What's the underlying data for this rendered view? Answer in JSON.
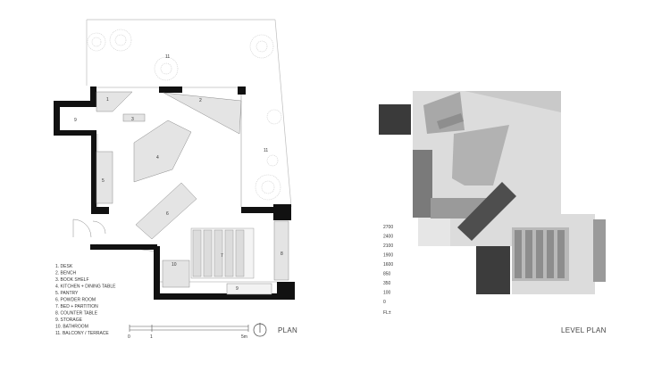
{
  "plan": {
    "title": "PLAN",
    "room_numbers": {
      "desk": "1",
      "bench": "2",
      "book_shelf": "3",
      "kitchen": "4",
      "pantry": "5",
      "powder": "6",
      "bed": "7",
      "counter": "8",
      "storage": "9",
      "bathroom": "10",
      "terrace_top": "11",
      "terrace_right": "11"
    },
    "legend": [
      "1. DESK",
      "2. BENCH",
      "3. BOOK SHELF",
      "4. KITCHEN + DINING TABLE",
      "5. PANTRY",
      "6. POWDER ROOM",
      "7. BED + PARTITION",
      "8. COUNTER TABLE",
      "9. STORAGE",
      "10. BATHROOM",
      "11. BALCONY / TERRACE"
    ],
    "scale": {
      "ticks": [
        "0",
        "1",
        "5m"
      ]
    }
  },
  "level_plan": {
    "title": "LEVEL PLAN",
    "levels": [
      "2700",
      "2400",
      "2100",
      "1900",
      "1600",
      "850",
      "350",
      "100",
      "0",
      "FL±"
    ],
    "level_colors": [
      "#555555",
      "#636363",
      "#727272",
      "#848484",
      "#979797",
      "#b2b2b2",
      "#c6c6c6",
      "#d6d6d6",
      "#e2e2e2",
      "#6a6a6a"
    ]
  }
}
